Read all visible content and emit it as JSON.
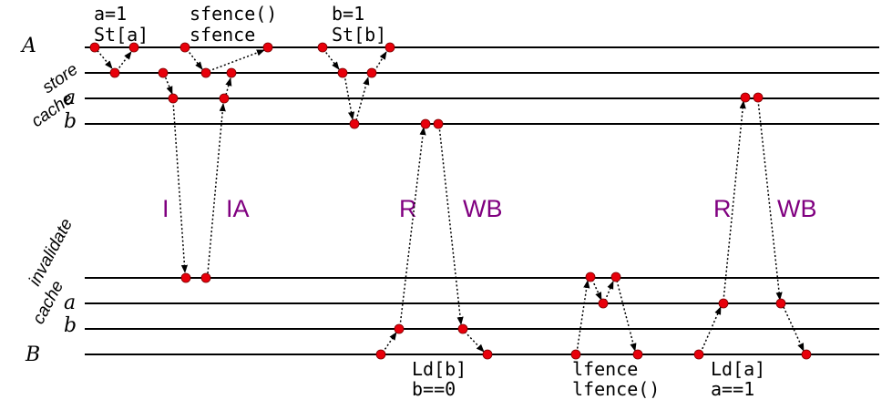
{
  "diagram": {
    "rows": {
      "A": "A",
      "a_top": "a",
      "b_top": "b",
      "a_bottom": "a",
      "b_bottom": "b",
      "B": "B"
    },
    "side_labels": {
      "store_cache": [
        "store",
        "cache"
      ],
      "invalidate_cache": [
        "invalidate",
        "cache"
      ]
    },
    "messages": [
      "I",
      "IA",
      "R",
      "WB",
      "R",
      "WB"
    ],
    "code_labels": [
      "a=1",
      "St[a]",
      "sfence()",
      "sfence",
      "b=1",
      "St[b]",
      "Ld[b]",
      "b==0",
      "lfence",
      "lfence()",
      "Ld[a]",
      "a==1"
    ]
  }
}
